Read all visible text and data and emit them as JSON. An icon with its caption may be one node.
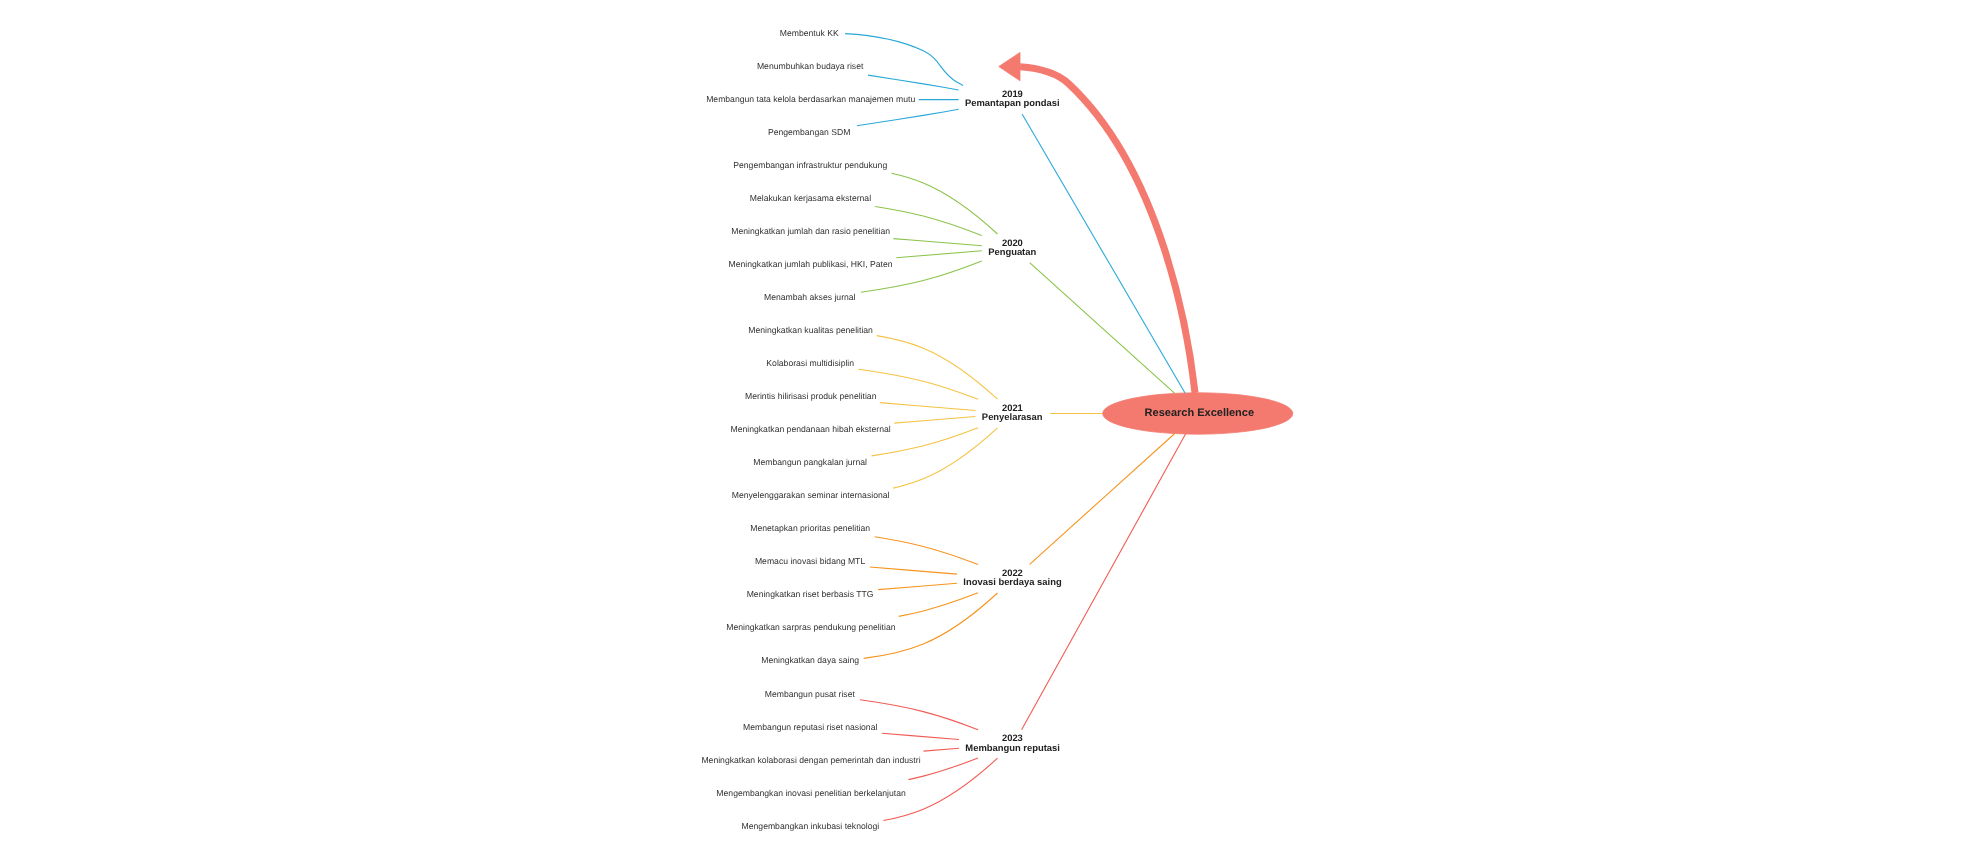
{
  "diagram": {
    "nodes": [
      {
        "text": [],
        "shape": "triangle"
      },
      {
        "text": [
          "2019",
          "Pemantapan pondasi"
        ]
      },
      {
        "text": [
          "Membentuk KK"
        ]
      },
      {
        "text": [
          "Menumbuhkan budaya riset"
        ]
      },
      {
        "text": [
          "Membangun tata kelola berdasarkan manajemen mutu"
        ]
      },
      {
        "text": [
          "Pengembangan SDM"
        ]
      },
      {
        "text": [
          "2020",
          "Penguatan"
        ]
      },
      {
        "text": [
          "Pengembangan infrastruktur pendukung"
        ]
      },
      {
        "text": [
          "Melakukan kerjasama eksternal"
        ]
      },
      {
        "text": [
          "Meningkatkan jumlah dan rasio penelitian"
        ]
      },
      {
        "text": [
          "Meningkatkan jumlah publikasi, HKI, Paten"
        ]
      },
      {
        "text": [
          "Menambah akses jurnal"
        ]
      },
      {
        "text": [
          "2021",
          "Penyelarasan"
        ]
      },
      {
        "text": [
          "Meningkatkan kualitas penelitian"
        ]
      },
      {
        "text": [
          "Kolaborasi multidisiplin"
        ]
      },
      {
        "text": [
          "Merintis hilirisasi produk penelitian"
        ]
      },
      {
        "text": [
          "Meningkatkan pendanaan hibah eksternal"
        ]
      },
      {
        "text": [
          "Membangun pangkalan jurnal"
        ]
      },
      {
        "text": [
          "Menyelenggarakan seminar internasional"
        ]
      },
      {
        "text": [
          "2022",
          "Inovasi berdaya saing"
        ]
      },
      {
        "text": [
          "Menetapkan prioritas penelitian"
        ]
      },
      {
        "text": [
          "Memacu inovasi bidang MTL"
        ]
      },
      {
        "text": [
          "Meningkatkan riset berbasis TTG"
        ]
      },
      {
        "text": [
          "Meningkatkan sarpras pendukung penelitian"
        ]
      },
      {
        "text": [
          "Meningkatkan daya saing"
        ]
      },
      {
        "text": [
          "2023",
          "Membangun reputasi"
        ]
      },
      {
        "text": [
          "Membangun pusat riset"
        ]
      },
      {
        "text": [
          "Membangun reputasi riset nasional"
        ]
      },
      {
        "text": [
          "Meningkatkan kolaborasi dengan pemerintah dan industri"
        ]
      },
      {
        "text": [
          "Mengembangkan inovasi penelitian berkelanjutan"
        ]
      },
      {
        "text": [
          "Mengembangkan inkubasi teknologi"
        ]
      },
      {
        "text": [
          "Research Excellence"
        ]
      }
    ],
    "edges": [
      {
        "from": 0,
        "to": 31,
        "arrow": "none",
        "style": "thick",
        "color": "#f47a6f"
      },
      {
        "from": 1,
        "to": 31,
        "arrow": "none",
        "color": "#29a8d8"
      },
      {
        "from": 2,
        "to": 1,
        "arrow": "none",
        "color": "#29a8d8"
      },
      {
        "from": 3,
        "to": 1,
        "arrow": "none",
        "color": "#29a8d8"
      },
      {
        "from": 4,
        "to": 1,
        "arrow": "none",
        "color": "#29a8d8"
      },
      {
        "from": 5,
        "to": 1,
        "arrow": "none",
        "color": "#29a8d8"
      },
      {
        "from": 6,
        "to": 31,
        "arrow": "none",
        "color": "#8bc34a"
      },
      {
        "from": 7,
        "to": 6,
        "arrow": "none",
        "color": "#8bc34a"
      },
      {
        "from": 8,
        "to": 6,
        "arrow": "none",
        "color": "#8bc34a"
      },
      {
        "from": 9,
        "to": 6,
        "arrow": "none",
        "color": "#8bc34a"
      },
      {
        "from": 10,
        "to": 6,
        "arrow": "none",
        "color": "#8bc34a"
      },
      {
        "from": 11,
        "to": 6,
        "arrow": "none",
        "color": "#8bc34a"
      },
      {
        "from": 12,
        "to": 31,
        "arrow": "none",
        "color": "#f5c242"
      },
      {
        "from": 13,
        "to": 12,
        "arrow": "none",
        "color": "#f5c242"
      },
      {
        "from": 14,
        "to": 12,
        "arrow": "none",
        "color": "#f5c242"
      },
      {
        "from": 15,
        "to": 12,
        "arrow": "none",
        "color": "#f5c242"
      },
      {
        "from": 16,
        "to": 12,
        "arrow": "none",
        "color": "#f5c242"
      },
      {
        "from": 17,
        "to": 12,
        "arrow": "none",
        "color": "#f5c242"
      },
      {
        "from": 18,
        "to": 12,
        "arrow": "none",
        "color": "#f5c242"
      },
      {
        "from": 19,
        "to": 31,
        "arrow": "none",
        "color": "#f7941d"
      },
      {
        "from": 20,
        "to": 19,
        "arrow": "none",
        "color": "#f7941d"
      },
      {
        "from": 21,
        "to": 19,
        "arrow": "none",
        "color": "#f7941d"
      },
      {
        "from": 22,
        "to": 19,
        "arrow": "none",
        "color": "#f7941d"
      },
      {
        "from": 23,
        "to": 19,
        "arrow": "none",
        "color": "#f7941d"
      },
      {
        "from": 24,
        "to": 19,
        "arrow": "none",
        "color": "#f7941d"
      },
      {
        "from": 25,
        "to": 31,
        "arrow": "none",
        "color": "#f25c54"
      },
      {
        "from": 26,
        "to": 25,
        "arrow": "none",
        "color": "#f25c54"
      },
      {
        "from": 27,
        "to": 25,
        "arrow": "none",
        "color": "#f25c54"
      },
      {
        "from": 28,
        "to": 25,
        "arrow": "none",
        "color": "#f25c54"
      },
      {
        "from": 29,
        "to": 25,
        "arrow": "none",
        "color": "#f25c54"
      },
      {
        "from": 30,
        "to": 25,
        "arrow": "none",
        "color": "#f25c54"
      }
    ]
  }
}
